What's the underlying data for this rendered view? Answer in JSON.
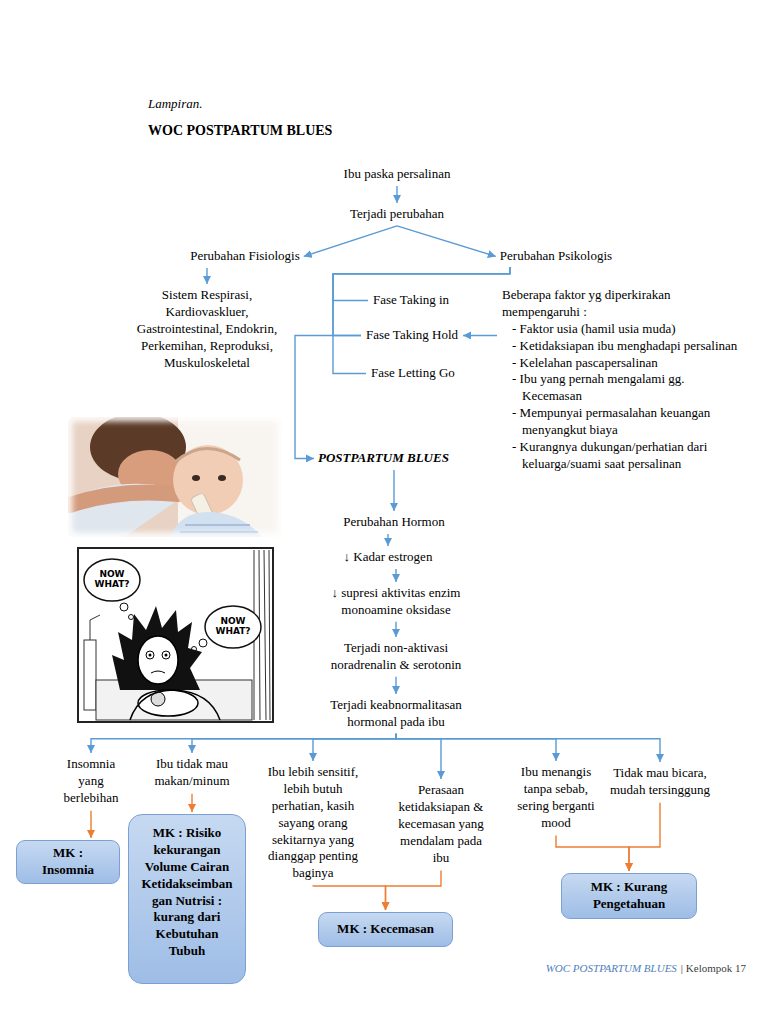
{
  "diagram": {
    "title": "WOC POSTPARTUM BLUES",
    "nodes": [
      {
        "text": [
          "Ibu paska persalinan"
        ]
      },
      {
        "text": [
          "Terjadi perubahan"
        ]
      },
      {
        "text": [
          "Perubahan Fisiologis"
        ]
      },
      {
        "text": [
          "Perubahan Psikologis"
        ]
      },
      {
        "text": [
          "Sistem Respirasi, Kardiovaskluer, Gastrointestinal, Endokrin, Perkemihan, Reproduksi, Muskuloskeletal"
        ]
      },
      {
        "text": [
          "Fase Taking in"
        ]
      },
      {
        "text": [
          "Beberapa faktor yg diperkirakan mempengaruhi :",
          "- Faktor usia (hamil usia muda)",
          "- Ketidaksiapan ibu menghadapi persalinan",
          "- Kelelahan pascapersalinan",
          "- Ibu yang pernah mengalami gg. Kecemasan",
          "- Mempunyai permasalahan keuangan menyangkut biaya",
          "- Kurangnya dukungan/perhatian dari keluarga/suami saat persalinan"
        ]
      },
      {
        "text": [
          "Fase Taking Hold"
        ]
      },
      {
        "text": [
          "Fase Letting Go"
        ]
      },
      {
        "text": [
          "POSTPARTUM BLUES"
        ]
      },
      {
        "text": [
          "Perubahan Hormon"
        ]
      },
      {
        "text": [
          "↓ Kadar estrogen"
        ]
      },
      {
        "text": [
          "↓ supresi aktivitas enzim monoamine oksidase"
        ]
      },
      {
        "text": [
          "Terjadi non-aktivasi noradrenalin & serotonin"
        ]
      },
      {
        "text": [
          "Terjadi keabnormalitasan hormonal pada ibu"
        ]
      },
      {
        "text": [
          "Insomnia yang berlebihan"
        ]
      },
      {
        "text": [
          "Ibu tidak mau makan/minum"
        ]
      },
      {
        "text": [
          "Ibu lebih sensitif, lebih butuh perhatian, kasih sayang orang sekitarnya yang dianggap penting baginya"
        ]
      },
      {
        "text": [
          "Perasaan ketidaksiapan & kecemasan yang mendalam pada ibu"
        ]
      },
      {
        "text": [
          "Ibu menangis tanpa sebab, sering berganti mood"
        ]
      },
      {
        "text": [
          "Tidak mau bicara, mudah tersinggung"
        ]
      },
      {
        "text": [
          "MK : Insomnia"
        ]
      },
      {
        "text": [
          "MK : Risiko kekurangan Volume Cairan Ketidakseimbangan Nutrisi : kurang dari Kebutuhan Tubuh"
        ]
      },
      {
        "text": [
          "MK : Kecemasan"
        ]
      },
      {
        "text": [
          "MK : Kurang Pengetahuan"
        ]
      }
    ],
    "edges": [
      {
        "from": 0,
        "to": 1,
        "arrow": "to"
      },
      {
        "from": 1,
        "to": 2,
        "arrow": "to"
      },
      {
        "from": 1,
        "to": 3,
        "arrow": "to"
      },
      {
        "from": 2,
        "to": 4,
        "arrow": "to"
      },
      {
        "from": 3,
        "to": 5,
        "arrow": "none"
      },
      {
        "from": 3,
        "to": 7,
        "arrow": "none"
      },
      {
        "from": 3,
        "to": 8,
        "arrow": "none"
      },
      {
        "from": 6,
        "to": 7,
        "arrow": "to"
      },
      {
        "from": 7,
        "to": 9,
        "arrow": "to"
      },
      {
        "from": 9,
        "to": 10,
        "arrow": "to"
      },
      {
        "from": 10,
        "to": 11,
        "arrow": "to"
      },
      {
        "from": 11,
        "to": 12,
        "arrow": "to"
      },
      {
        "from": 12,
        "to": 13,
        "arrow": "to"
      },
      {
        "from": 13,
        "to": 14,
        "arrow": "to"
      },
      {
        "from": 14,
        "to": 15,
        "arrow": "to"
      },
      {
        "from": 14,
        "to": 16,
        "arrow": "to"
      },
      {
        "from": 14,
        "to": 17,
        "arrow": "to"
      },
      {
        "from": 14,
        "to": 18,
        "arrow": "to"
      },
      {
        "from": 14,
        "to": 19,
        "arrow": "to"
      },
      {
        "from": 14,
        "to": 20,
        "arrow": "to"
      },
      {
        "from": 15,
        "to": 21,
        "arrow": "to"
      },
      {
        "from": 16,
        "to": 22,
        "arrow": "to"
      },
      {
        "from": 17,
        "to": 23,
        "arrow": "to"
      },
      {
        "from": 18,
        "to": 23,
        "arrow": "to"
      },
      {
        "from": 19,
        "to": 24,
        "arrow": "to"
      },
      {
        "from": 20,
        "to": 24,
        "arrow": "to"
      }
    ],
    "labels": [
      "Lampiran.",
      "NOW WHAT?",
      "NOW WHAT?",
      "WOC POSTPARTUM BLUES",
      "| Kelompok 17"
    ]
  }
}
